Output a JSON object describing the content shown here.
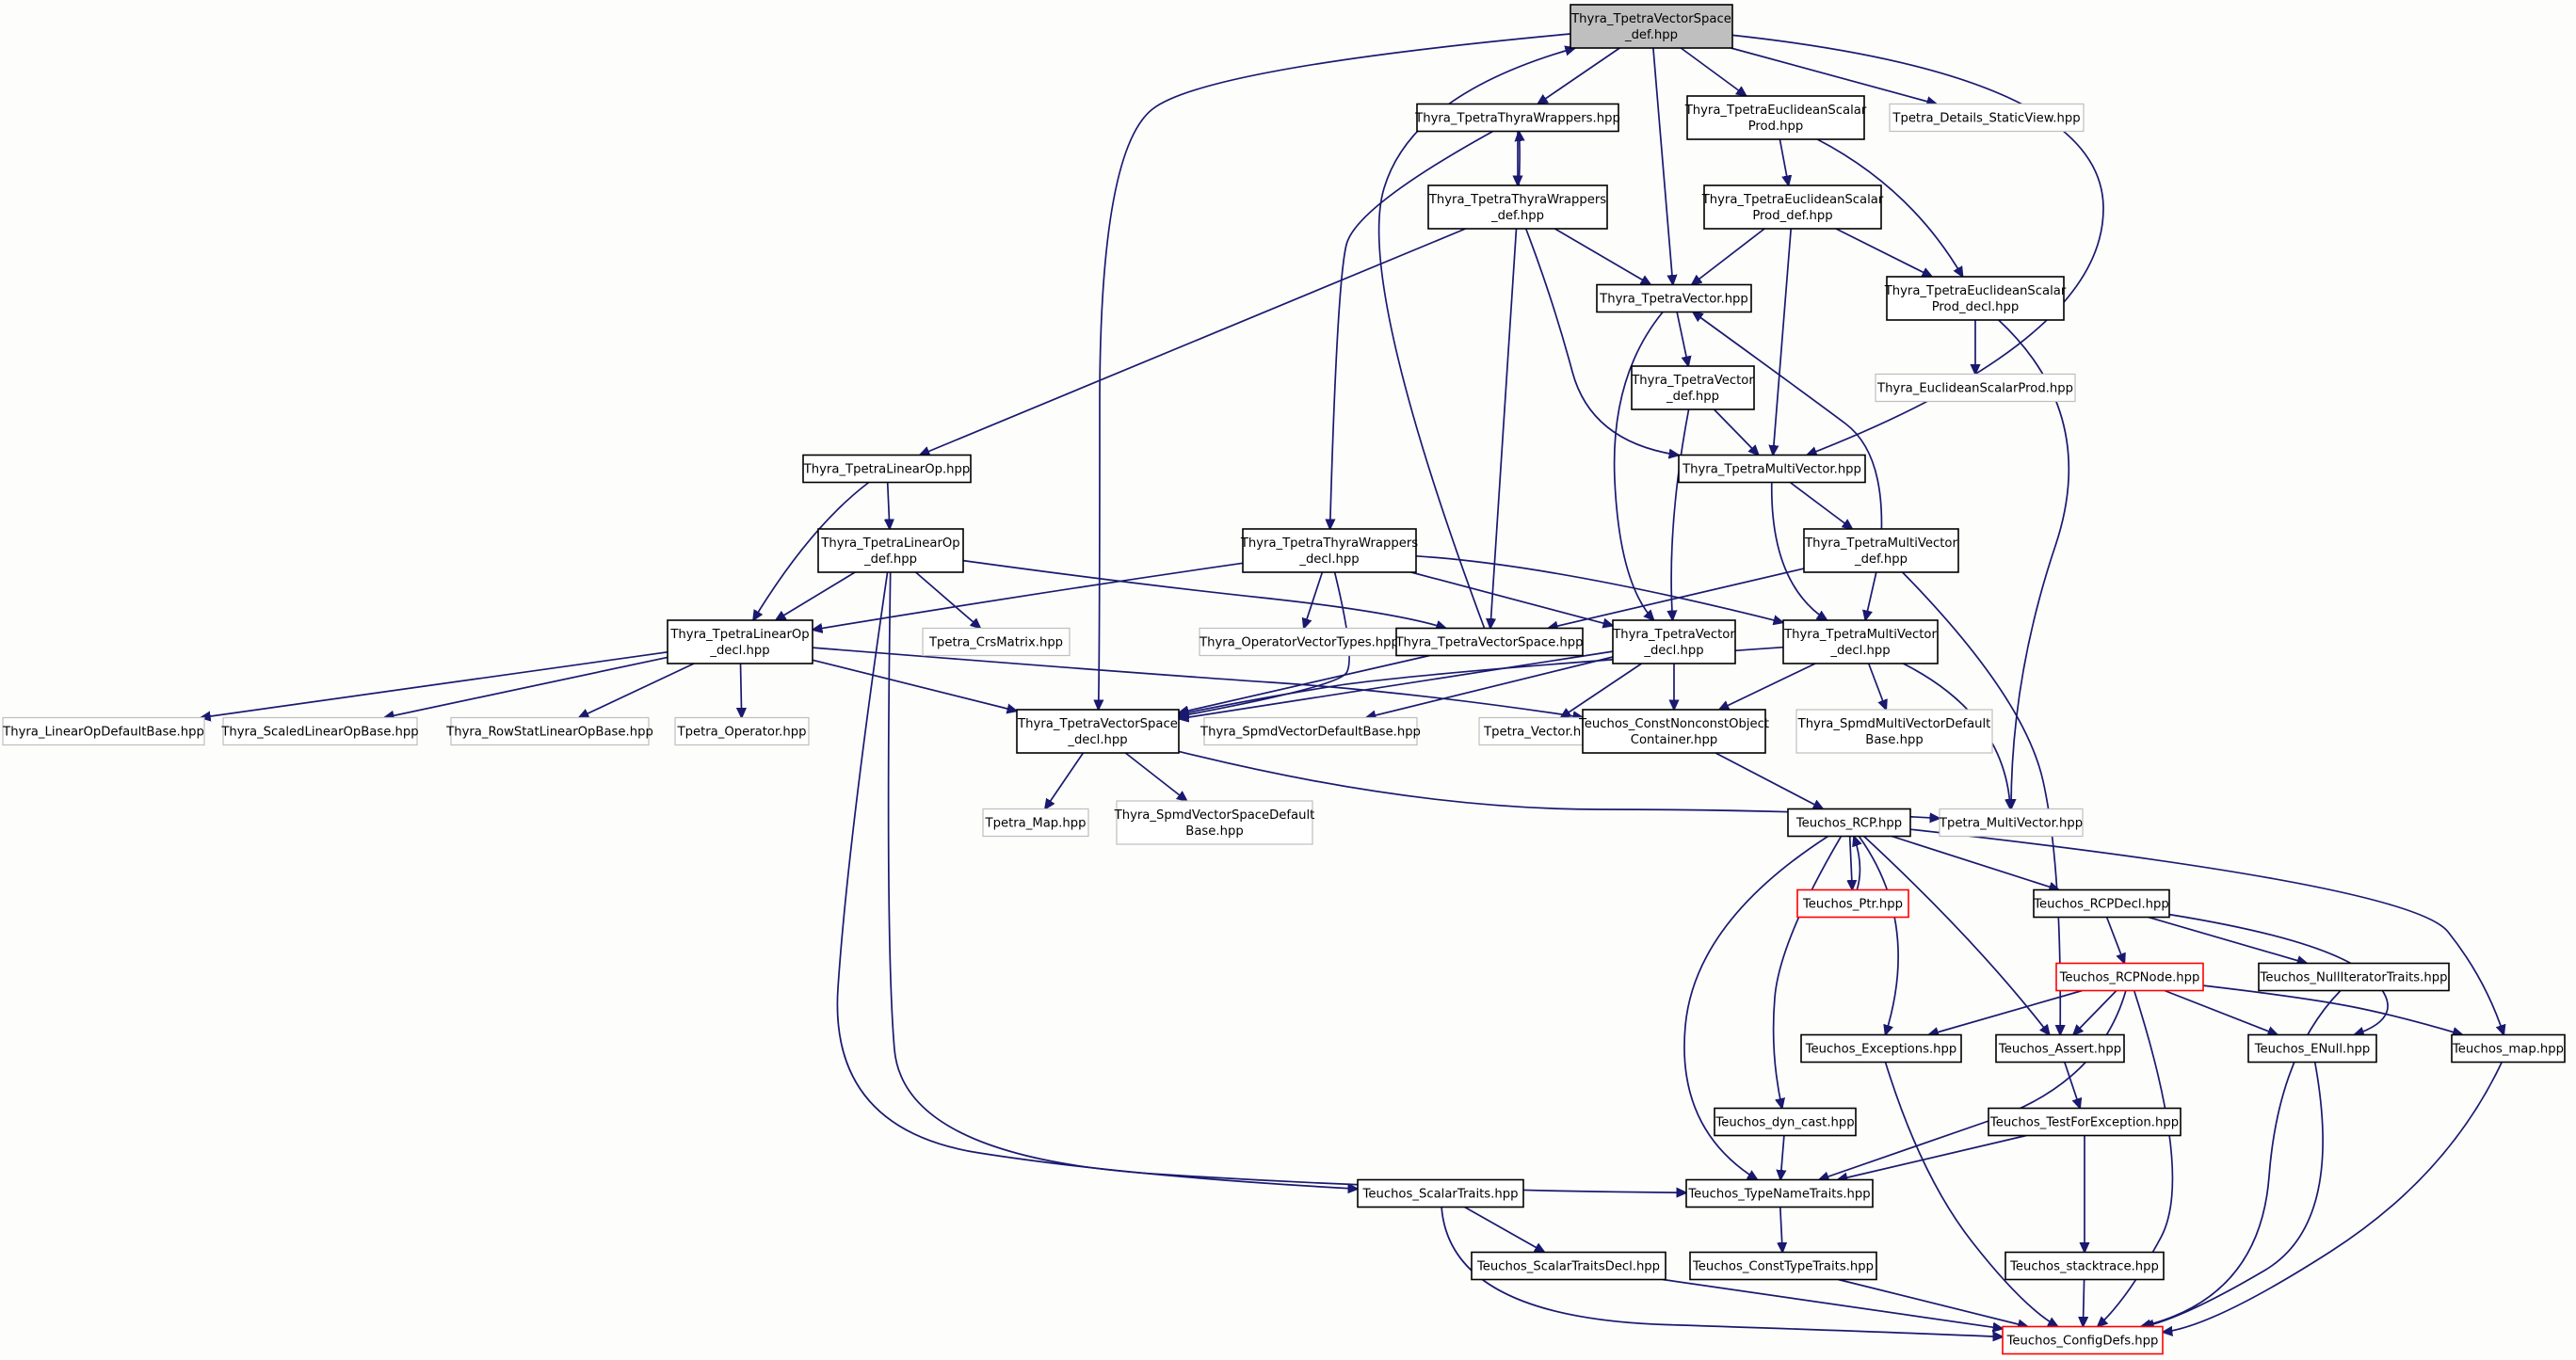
{
  "nodes": {
    "n0": {
      "lines": [
        "Thyra_TpetraVectorSpace",
        "_def.hpp"
      ]
    },
    "n1": {
      "lines": [
        "Thyra_TpetraThyraWrappers.hpp"
      ]
    },
    "n2": {
      "lines": [
        "Thyra_TpetraEuclideanScalar",
        "Prod.hpp"
      ]
    },
    "n3": {
      "lines": [
        "Tpetra_Details_StaticView.hpp"
      ]
    },
    "n4": {
      "lines": [
        "Thyra_TpetraThyraWrappers",
        "_def.hpp"
      ]
    },
    "n5": {
      "lines": [
        "Thyra_TpetraEuclideanScalar",
        "Prod_def.hpp"
      ]
    },
    "n6": {
      "lines": [
        "Thyra_TpetraVector.hpp"
      ]
    },
    "n7": {
      "lines": [
        "Thyra_TpetraEuclideanScalar",
        "Prod_decl.hpp"
      ]
    },
    "n8": {
      "lines": [
        "Thyra_TpetraVector",
        "_def.hpp"
      ]
    },
    "n9": {
      "lines": [
        "Thyra_EuclideanScalarProd.hpp"
      ]
    },
    "n10": {
      "lines": [
        "Thyra_TpetraLinearOp.hpp"
      ]
    },
    "n11": {
      "lines": [
        "Thyra_TpetraMultiVector.hpp"
      ]
    },
    "n12": {
      "lines": [
        "Thyra_TpetraLinearOp",
        "_def.hpp"
      ]
    },
    "n13": {
      "lines": [
        "Thyra_TpetraThyraWrappers",
        "_decl.hpp"
      ]
    },
    "n14": {
      "lines": [
        "Thyra_TpetraMultiVector",
        "_def.hpp"
      ]
    },
    "n15": {
      "lines": [
        "Thyra_TpetraLinearOp",
        "_decl.hpp"
      ]
    },
    "n16": {
      "lines": [
        "Tpetra_CrsMatrix.hpp"
      ]
    },
    "n17": {
      "lines": [
        "Thyra_OperatorVectorTypes.hpp"
      ]
    },
    "n18": {
      "lines": [
        "Thyra_TpetraVectorSpace.hpp"
      ]
    },
    "n19": {
      "lines": [
        "Thyra_TpetraVector",
        "_decl.hpp"
      ]
    },
    "n20": {
      "lines": [
        "Thyra_TpetraMultiVector",
        "_decl.hpp"
      ]
    },
    "n21": {
      "lines": [
        "Thyra_LinearOpDefaultBase.hpp"
      ]
    },
    "n22": {
      "lines": [
        "Thyra_ScaledLinearOpBase.hpp"
      ]
    },
    "n23": {
      "lines": [
        "Thyra_RowStatLinearOpBase.hpp"
      ]
    },
    "n24": {
      "lines": [
        "Tpetra_Operator.hpp"
      ]
    },
    "n25": {
      "lines": [
        "Thyra_TpetraVectorSpace",
        "_decl.hpp"
      ]
    },
    "n26": {
      "lines": [
        "Thyra_SpmdVectorDefaultBase.hpp"
      ]
    },
    "n27": {
      "lines": [
        "Tpetra_Vector.hpp"
      ]
    },
    "n28": {
      "lines": [
        "Teuchos_ConstNonconstObject",
        "Container.hpp"
      ]
    },
    "n29": {
      "lines": [
        "Thyra_SpmdMultiVectorDefault",
        "Base.hpp"
      ]
    },
    "n30": {
      "lines": [
        "Tpetra_Map.hpp"
      ]
    },
    "n31": {
      "lines": [
        "Thyra_SpmdVectorSpaceDefault",
        "Base.hpp"
      ]
    },
    "n32": {
      "lines": [
        "Teuchos_RCP.hpp"
      ]
    },
    "n33": {
      "lines": [
        "Tpetra_MultiVector.hpp"
      ]
    },
    "n34": {
      "lines": [
        "Teuchos_Ptr.hpp"
      ]
    },
    "n35": {
      "lines": [
        "Teuchos_RCPDecl.hpp"
      ]
    },
    "n36": {
      "lines": [
        "Teuchos_RCPNode.hpp"
      ]
    },
    "n37": {
      "lines": [
        "Teuchos_NullIteratorTraits.hpp"
      ]
    },
    "n38": {
      "lines": [
        "Teuchos_Exceptions.hpp"
      ]
    },
    "n39": {
      "lines": [
        "Teuchos_Assert.hpp"
      ]
    },
    "n40": {
      "lines": [
        "Teuchos_ENull.hpp"
      ]
    },
    "n41": {
      "lines": [
        "Teuchos_map.hpp"
      ]
    },
    "n42": {
      "lines": [
        "Teuchos_dyn_cast.hpp"
      ]
    },
    "n43": {
      "lines": [
        "Teuchos_TestForException.hpp"
      ]
    },
    "n44": {
      "lines": [
        "Teuchos_ScalarTraits.hpp"
      ]
    },
    "n45": {
      "lines": [
        "Teuchos_TypeNameTraits.hpp"
      ]
    },
    "n46": {
      "lines": [
        "Teuchos_ScalarTraitsDecl.hpp"
      ]
    },
    "n47": {
      "lines": [
        "Teuchos_ConstTypeTraits.hpp"
      ]
    },
    "n48": {
      "lines": [
        "Teuchos_stacktrace.hpp"
      ]
    },
    "n49": {
      "lines": [
        "Teuchos_ConfigDefs.hpp"
      ]
    }
  },
  "colors": {
    "edge": "#191970",
    "root_fill": "#bfbfbf",
    "external_border": "#bfbfbf",
    "incomplete_border": "#ff0000"
  }
}
